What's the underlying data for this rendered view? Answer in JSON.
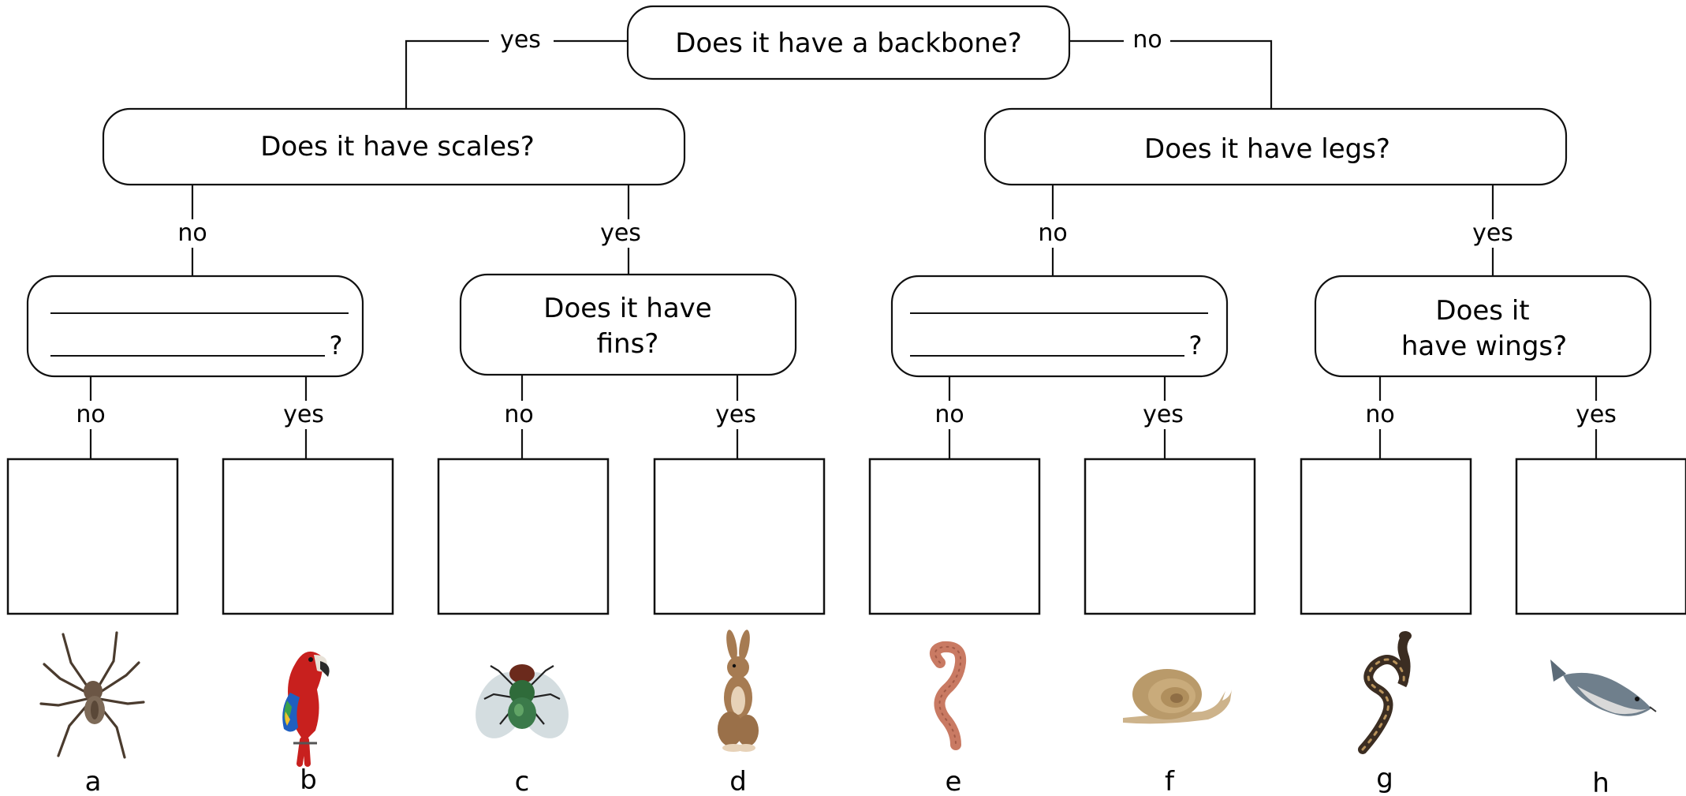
{
  "questions": {
    "root": "Does it have a backbone?",
    "scales": "Does it have scales?",
    "legs": "Does it have legs?",
    "fins_line1": "Does it have",
    "fins_line2": "fins?",
    "wings_line1": "Does it",
    "wings_line2": "have wings?",
    "blank_suffix": "?"
  },
  "branch_labels": {
    "yes": "yes",
    "no": "no"
  },
  "animals": [
    {
      "letter": "a",
      "animal": "spider",
      "colors": {
        "body": "#5a4a3a",
        "accent": "#8a7560"
      }
    },
    {
      "letter": "b",
      "animal": "parrot",
      "colors": {
        "body": "#c8201e",
        "accent": "#1f5fc0"
      }
    },
    {
      "letter": "c",
      "animal": "fly",
      "colors": {
        "body": "#2f6b3a",
        "accent": "#c9d4d8"
      }
    },
    {
      "letter": "d",
      "animal": "rabbit",
      "colors": {
        "body": "#a67b52",
        "accent": "#e7d2b8"
      }
    },
    {
      "letter": "e",
      "animal": "earthworm",
      "colors": {
        "body": "#c97a63",
        "accent": "#a35a47"
      }
    },
    {
      "letter": "f",
      "animal": "snail",
      "colors": {
        "body": "#b99a6a",
        "accent": "#8f6e45"
      }
    },
    {
      "letter": "g",
      "animal": "snake",
      "colors": {
        "body": "#3b2d22",
        "accent": "#b8925a"
      }
    },
    {
      "letter": "h",
      "animal": "fish",
      "colors": {
        "body": "#6f7f8c",
        "accent": "#d9d9d9"
      }
    }
  ]
}
